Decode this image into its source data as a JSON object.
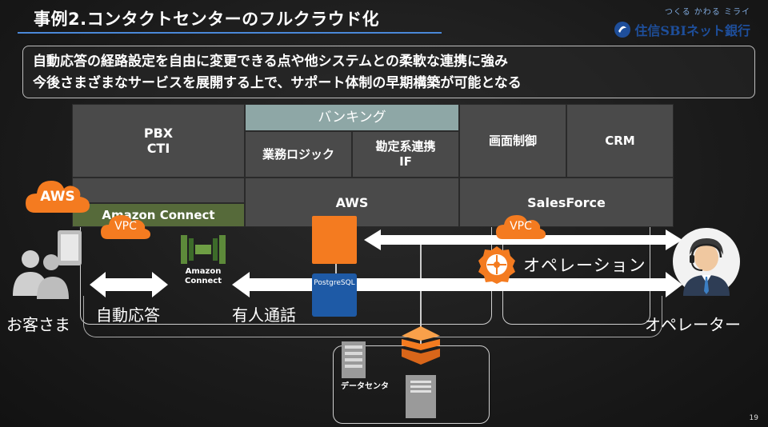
{
  "title": "事例2.コンタクトセンターのフルクラウド化",
  "logo": {
    "tagline": "つくる かわる ミライ",
    "name": "住信SBIネット銀行"
  },
  "summary": {
    "line1": "自動応答の経路設定を自由に変更できる点や他システムとの柔軟な連携に強み",
    "line2": "今後さまざまなサービスを展開する上で、サポート体制の早期構築が可能となる"
  },
  "grid": {
    "pbx": "PBX\nCTI",
    "banking": "バンキング",
    "business_logic": "業務ロジック",
    "core_if": "勘定系連携\nIF",
    "screen_control": "画面制御",
    "crm": "CRM",
    "amazon_connect": "Amazon Connect",
    "aws": "AWS",
    "salesforce": "SalesForce"
  },
  "badges": {
    "aws": "AWS",
    "vpc_left": "VPC",
    "vpc_right": "VPC"
  },
  "labels": {
    "amazon_connect_icon": "Amazon\nConnect",
    "postgresql": "PostgreSQL",
    "auto_response": "自動応答",
    "manned_call": "有人通話",
    "operation": "オペレーション",
    "customer": "お客さま",
    "operator": "オペレーター",
    "datacenter": "データセンタ"
  },
  "colors": {
    "aws_orange": "#f47b20",
    "postgres_blue": "#1e5aa6",
    "connect_green": "#3d6b2a",
    "title_rule": "#4a88d8"
  },
  "page_number": "19"
}
